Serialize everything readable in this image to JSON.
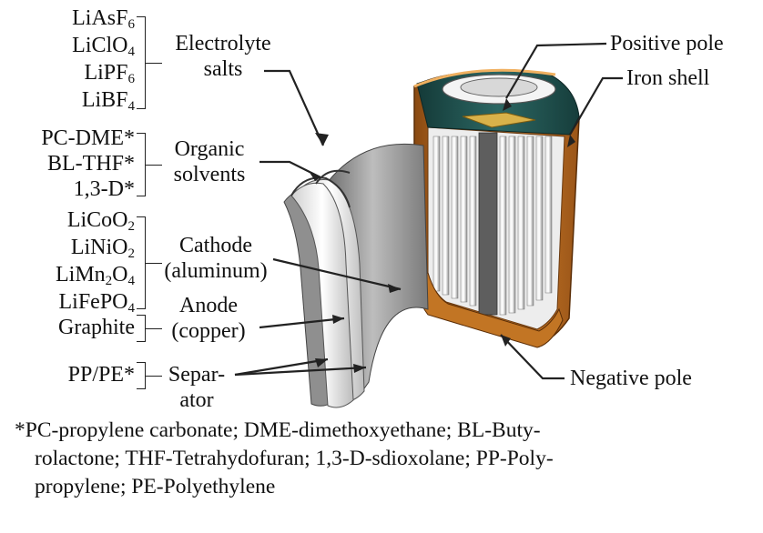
{
  "groups": {
    "electrolyte_salts": {
      "items": [
        "LiAsF6",
        "LiClO4",
        "LiPF6",
        "LiBF4"
      ],
      "label_1": "Electrolyte",
      "label_2": "salts"
    },
    "organic_solvents": {
      "items": [
        "PC-DME*",
        "BL-THF*",
        "1,3-D*"
      ],
      "label_1": "Organic",
      "label_2": "solvents"
    },
    "cathode": {
      "items": [
        "LiCoO2",
        "LiNiO2",
        "LiMn2O4",
        "LiFePO4"
      ],
      "label_1": "Cathode",
      "label_2": "(aluminum)"
    },
    "anode": {
      "items": [
        "Graphite"
      ],
      "label_1": "Anode",
      "label_2": "(copper)"
    },
    "separator": {
      "items": [
        "PP/PE*"
      ],
      "label_1": "Separ-",
      "label_2": "ator"
    }
  },
  "right_labels": {
    "positive_pole": "Positive pole",
    "iron_shell": "Iron shell",
    "negative_pole": "Negative pole"
  },
  "footnote": [
    "*PC-propylene carbonate; DME-dimethoxyethane; BL-Buty-",
    "rolactone; THF-Tetrahydofuran; 1,3-D-sdioxolane; PP-Poly-",
    "propylene; PE-Polyethylene"
  ],
  "colors": {
    "shell_outer": "#b4691c",
    "shell_inner": "#e89a3c",
    "cap_teal": "#1f4f4d",
    "electrode_gray": "#9a9a9a",
    "separator_white": "#f2f2f2"
  }
}
